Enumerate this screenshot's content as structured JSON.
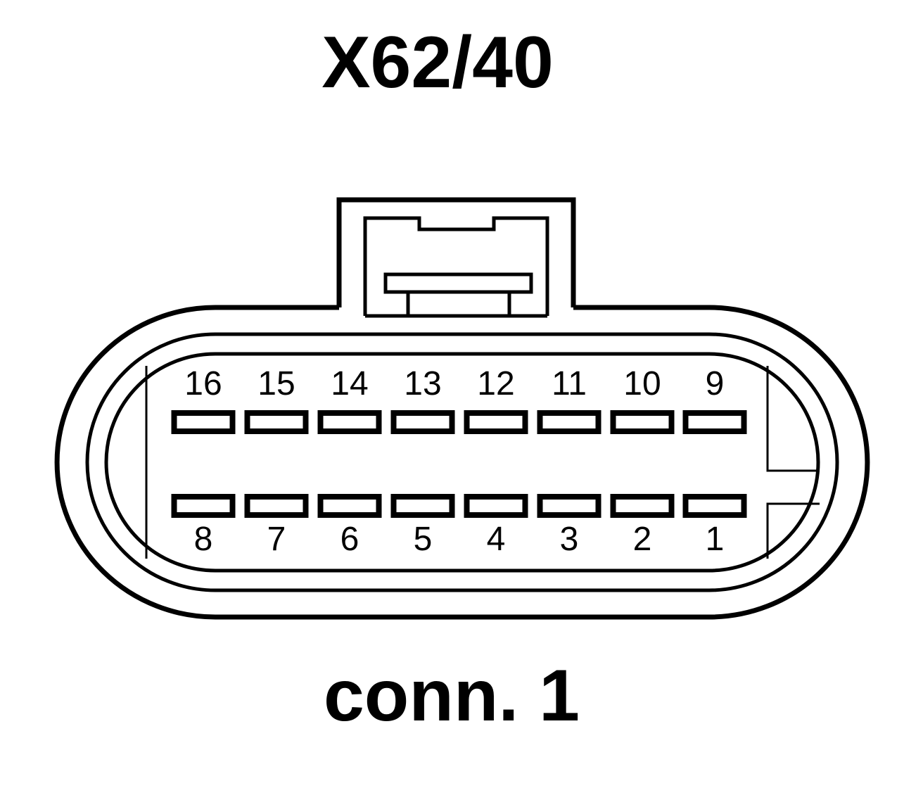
{
  "connector": {
    "title": "X62/40",
    "subtitle": "conn. 1"
  },
  "pins": {
    "top_row": [
      "16",
      "15",
      "14",
      "13",
      "12",
      "11",
      "10",
      "9"
    ],
    "bottom_row": [
      "8",
      "7",
      "6",
      "5",
      "4",
      "3",
      "2",
      "1"
    ]
  },
  "colors": {
    "line": "#000000",
    "background": "#ffffff"
  }
}
